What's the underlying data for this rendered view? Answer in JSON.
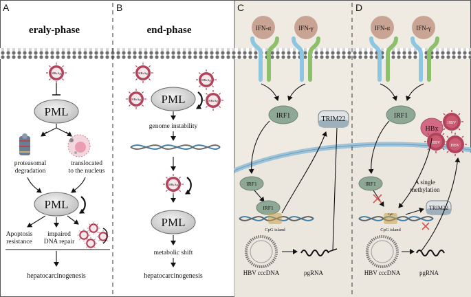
{
  "panels": {
    "a": {
      "letter": "A",
      "title": "eraly-phase"
    },
    "b": {
      "letter": "B",
      "title": "end-phase"
    },
    "c": {
      "letter": "C"
    },
    "d": {
      "letter": "D"
    }
  },
  "labels": {
    "hbsag": "HBsAg",
    "pml": "PML",
    "proteasomal_1": "proteasomal",
    "proteasomal_2": "degradation",
    "translocated_1": "translocated",
    "translocated_2": "to the nucleus",
    "apoptosis_1": "Apoptosis",
    "apoptosis_2": "resistance",
    "impaired_1": "impaired",
    "impaired_2": "DNA repair",
    "hepatocarcinogenesis": "hepatocarcinogenesis",
    "genome_instability": "genome instability",
    "metabolic_shift": "metabolic shift",
    "ifn_alpha": "IFN-α",
    "ifn_gamma": "IFN-γ",
    "irf1": "IRF1",
    "trim22": "TRIM22",
    "cpg_island": "CpG island",
    "hbv_cccdna": "HBV cccDNA",
    "pgrna": "pgRNA",
    "hbx": "HBx",
    "single_methylation_1": "A single",
    "single_methylation_2": "methylation",
    "hbv": "HBV",
    "cpg_mark": "CpG"
  },
  "colors": {
    "ifn": "#c9a393",
    "irf1": "#8fa896",
    "receptor_blue": "#8cc6e0",
    "receptor_green": "#8cc06a",
    "panel_bg": "#efebe2",
    "virus_red": "#b2435a",
    "hbx_pink": "#d16a82"
  }
}
